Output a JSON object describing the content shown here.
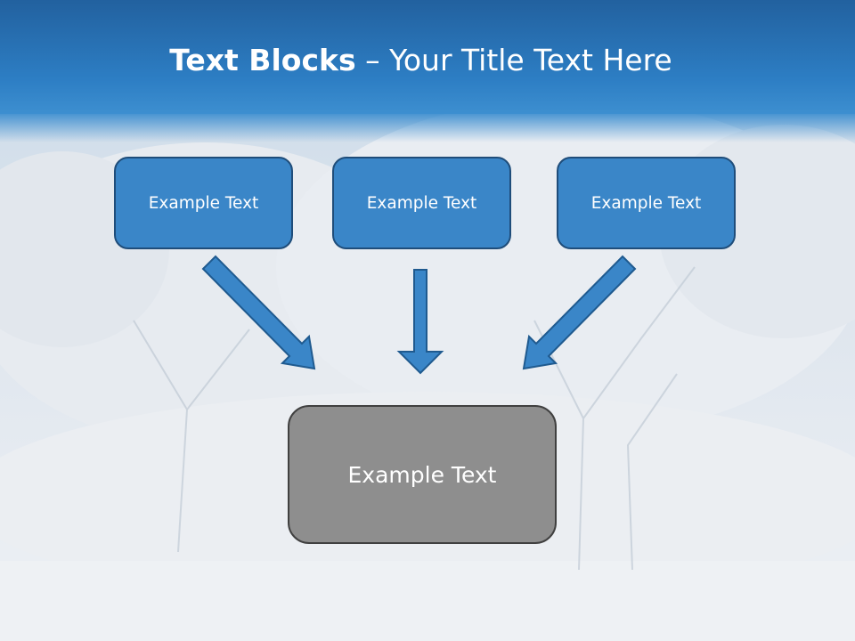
{
  "slide": {
    "title_bold": "Text Blocks",
    "title_dash": " – ",
    "title_rest": "Your Title Text Here"
  },
  "boxes": {
    "top": [
      "Example Text",
      "Example Text",
      "Example Text"
    ],
    "bottom": "Example Text"
  },
  "colors": {
    "header": "#2a78bd",
    "box_fill": "#3a86c8",
    "box_border": "#1f4d7a",
    "bottom_fill": "#8e8e8e",
    "arrow_fill": "#3a86c8"
  }
}
